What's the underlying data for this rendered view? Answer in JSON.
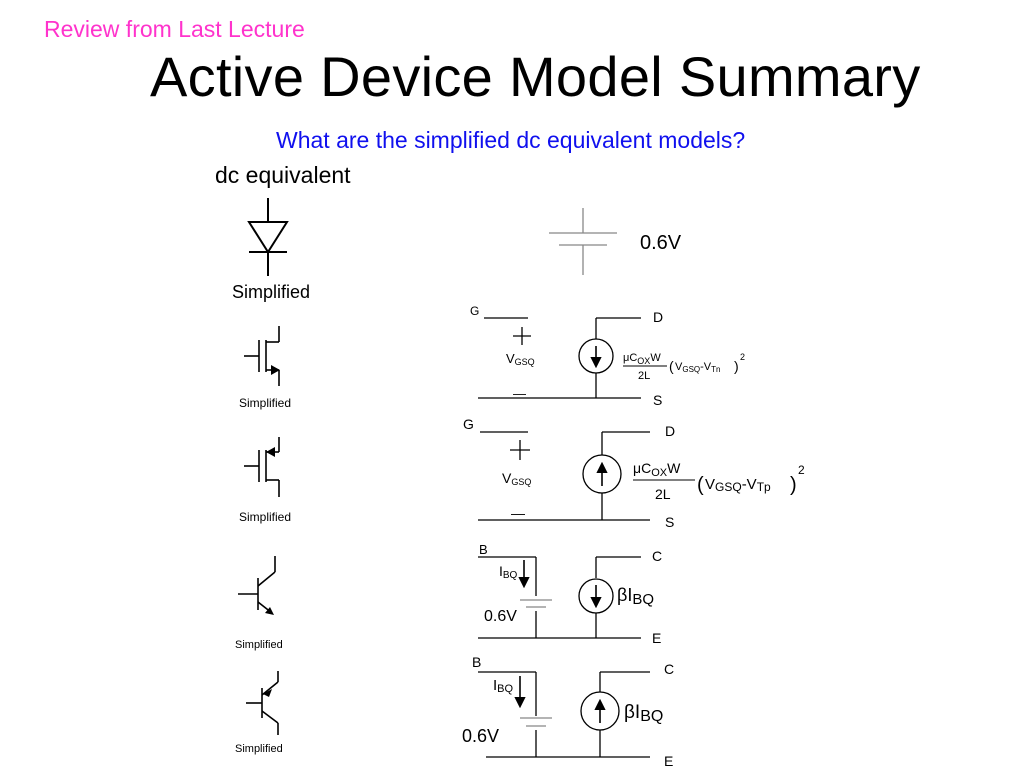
{
  "header": {
    "review_label": "Review from Last Lecture",
    "title": "Active Device Model Summary",
    "question": "What are the simplified dc equivalent models?"
  },
  "column_heading": "dc equivalent",
  "colors": {
    "review": "#ff33cc",
    "question": "#1010ee"
  },
  "diode": {
    "caption": "Simplified",
    "voltage": "0.6V"
  },
  "nmos": {
    "caption": "Simplified",
    "gate": "G",
    "drain": "D",
    "source": "S",
    "vgsq": {
      "main": "V",
      "sub": "GSQ"
    },
    "plus": "+",
    "minus": "—",
    "expr": {
      "mu": "μC",
      "ox": "OX",
      "w": "W",
      "den": "2L",
      "open": "(",
      "v": "V",
      "gsq": "GSQ",
      "dash": "-V",
      "vt": "Tn",
      "close": ")",
      "power": "2"
    }
  },
  "pmos": {
    "caption": "Simplified",
    "gate": "G",
    "drain": "D",
    "source": "S",
    "vgsq": {
      "main": "V",
      "sub": "GSQ"
    },
    "plus": "+",
    "minus": "—",
    "expr": {
      "mu": "μC",
      "ox": "OX",
      "w": "W",
      "den": "2L",
      "open": "(",
      "v": "V",
      "gsq": "GSQ",
      "dash": "-V",
      "vt": "Tp",
      "close": ")",
      "power": "2"
    }
  },
  "npn": {
    "caption": "Simplified",
    "base": "B",
    "collector": "C",
    "emitter": "E",
    "ibq": {
      "main": "I",
      "sub": "BQ"
    },
    "voltage": "0.6V",
    "beta": {
      "main": "βI",
      "sub": "BQ"
    }
  },
  "pnp": {
    "caption": "Simplified",
    "base": "B",
    "collector": "C",
    "emitter": "E",
    "ibq": {
      "main": "I",
      "sub": "BQ"
    },
    "voltage": "0.6V",
    "beta": {
      "main": "βI",
      "sub": "BQ"
    }
  }
}
